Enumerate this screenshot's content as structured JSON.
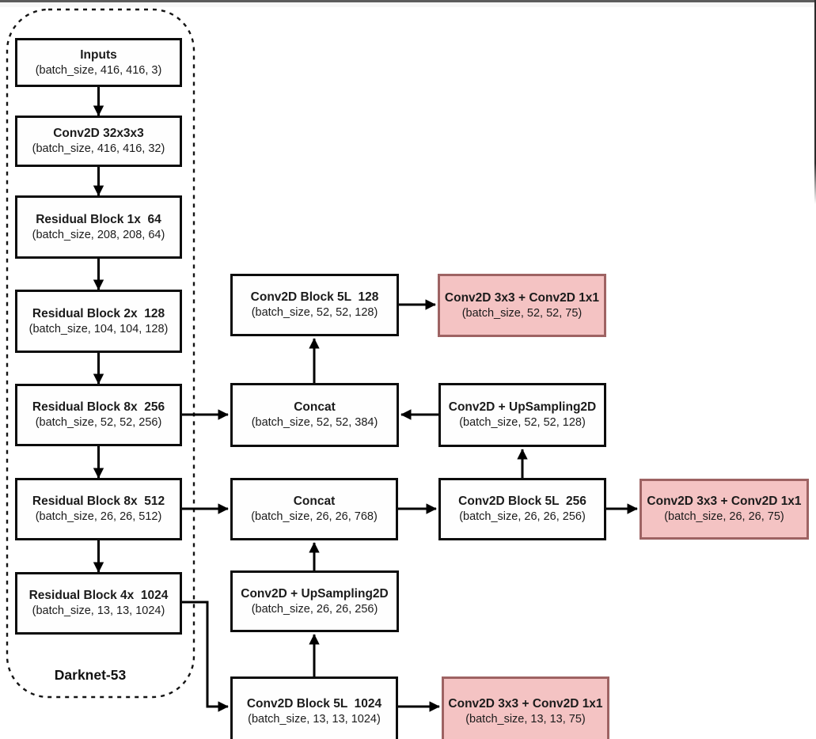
{
  "backbone_label": "Darknet-53",
  "colors": {
    "box_fill": "#fefefe",
    "box_border": "#0c0c0c",
    "head_fill": "#f4c3c3",
    "head_border": "#9e6363",
    "connector": "#000000",
    "top_bar": "#5c5c5c"
  },
  "nodes": {
    "inputs": {
      "title": "Inputs",
      "shape": "(batch_size, 416, 416, 3)"
    },
    "conv32": {
      "title": "Conv2D 32x3x3",
      "shape": "(batch_size, 416, 416, 32)"
    },
    "res1": {
      "title": "Residual Block 1x  64",
      "shape": "(batch_size, 208, 208, 64)"
    },
    "res2": {
      "title": "Residual Block 2x  128",
      "shape": "(batch_size, 104, 104, 128)"
    },
    "res8a": {
      "title": "Residual Block 8x  256",
      "shape": "(batch_size, 52, 52, 256)"
    },
    "res8b": {
      "title": "Residual Block 8x  512",
      "shape": "(batch_size, 26, 26, 512)"
    },
    "res4": {
      "title": "Residual Block 4x  1024",
      "shape": "(batch_size, 13, 13, 1024)"
    },
    "block128": {
      "title": "Conv2D Block 5L  128",
      "shape": "(batch_size, 52, 52, 128)"
    },
    "concat52": {
      "title": "Concat",
      "shape": "(batch_size, 52, 52, 384)"
    },
    "concat26": {
      "title": "Concat",
      "shape": "(batch_size, 26, 26, 768)"
    },
    "ups26": {
      "title": "Conv2D + UpSampling2D",
      "shape": "(batch_size, 26, 26, 256)"
    },
    "block1024": {
      "title": "Conv2D Block 5L  1024",
      "shape": "(batch_size, 13, 13, 1024)"
    },
    "head52": {
      "title": "Conv2D 3x3 + Conv2D 1x1",
      "shape": "(batch_size, 52, 52, 75)"
    },
    "ups52": {
      "title": "Conv2D + UpSampling2D",
      "shape": "(batch_size, 52, 52, 128)"
    },
    "block256": {
      "title": "Conv2D Block 5L  256",
      "shape": "(batch_size, 26, 26, 256)"
    },
    "head26": {
      "title": "Conv2D 3x3 + Conv2D 1x1",
      "shape": "(batch_size, 26, 26, 75)"
    },
    "head13": {
      "title": "Conv2D 3x3 + Conv2D 1x1",
      "shape": "(batch_size, 13, 13, 75)"
    }
  }
}
